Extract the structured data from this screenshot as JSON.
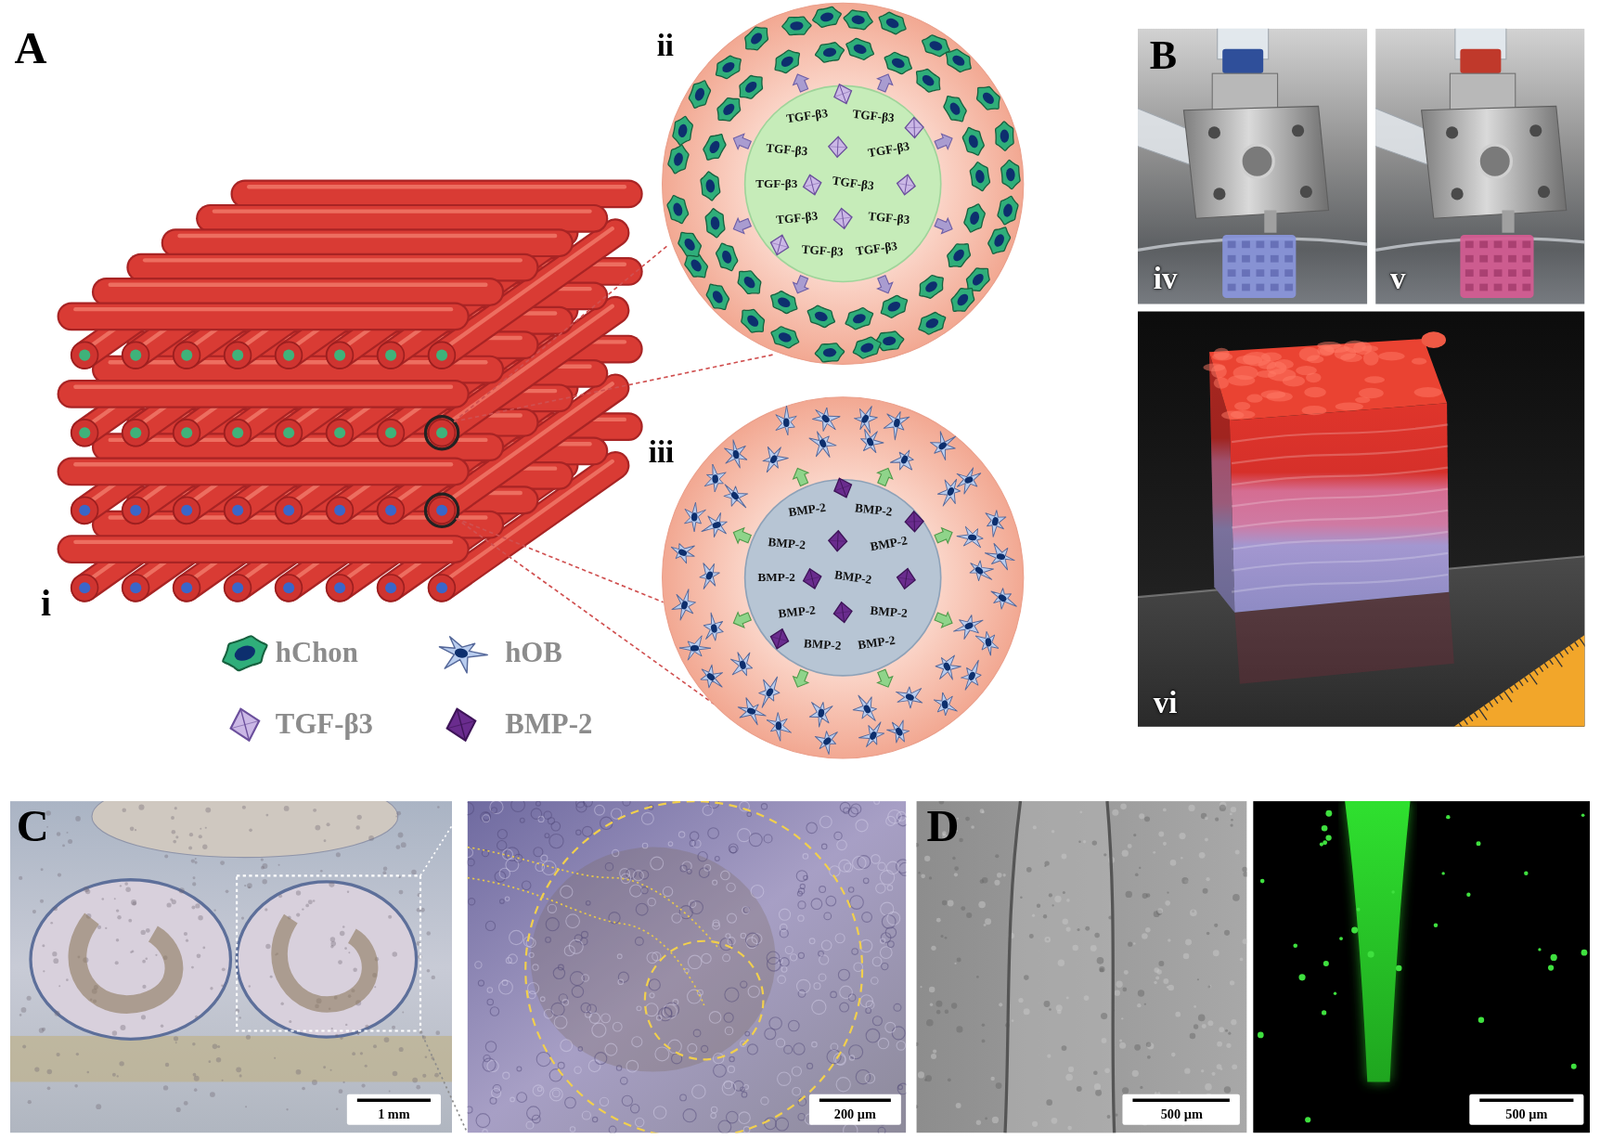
{
  "diagram": {
    "nodes": [
      {
        "text": [
          "ii",
          "TGF-β3",
          "TGF-β3",
          "TGF-β3",
          "TGF-β3",
          "TGF-β3",
          "TGF-β3",
          "TGF-β3",
          "TGF-β3",
          "TGF-β3",
          "TGF-β3"
        ]
      },
      {
        "text": [
          "iii",
          "BMP-2",
          "BMP-2",
          "BMP-2",
          "BMP-2",
          "BMP-2",
          "BMP-2",
          "BMP-2",
          "BMP-2",
          "BMP-2",
          "BMP-2"
        ]
      }
    ],
    "labels": [
      "A",
      "i",
      "B",
      "iv",
      "v",
      "vi",
      "C",
      "1 mm",
      "200 µm",
      "D",
      "500 µm",
      "500 µm"
    ],
    "legend": [
      {
        "text": "hChon"
      },
      {
        "text": "hOB"
      },
      {
        "text": "TGF-β3"
      },
      {
        "text": "BMP-2"
      }
    ]
  }
}
